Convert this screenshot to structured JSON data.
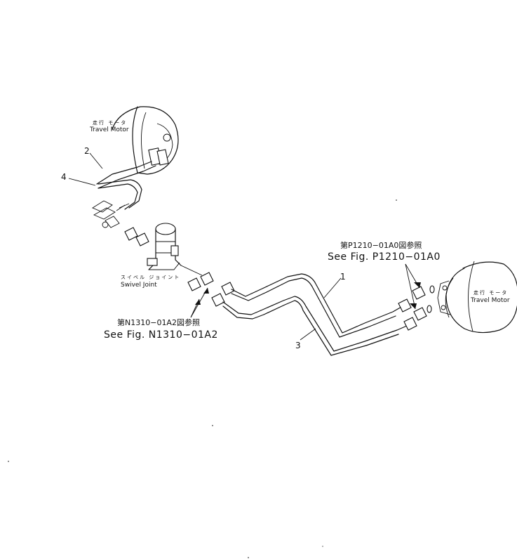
{
  "labels": {
    "motor_left_jp": "走行 モータ",
    "motor_left_en": "Travel Motor",
    "motor_right_jp": "走行 モータ",
    "motor_right_en": "Travel Motor",
    "swivel_jp": "スイベル ジョイント",
    "swivel_en": "Swivel Joint",
    "ref_left_jp": "第N1310−01A2図参照",
    "ref_left_en": "See Fig. N1310−01A2",
    "ref_right_jp": "第P1210−01A0図参照",
    "ref_right_en": "See Fig. P1210−01A0"
  },
  "parts": {
    "p1": "1",
    "p2": "2",
    "p3": "3",
    "p4": "4"
  }
}
